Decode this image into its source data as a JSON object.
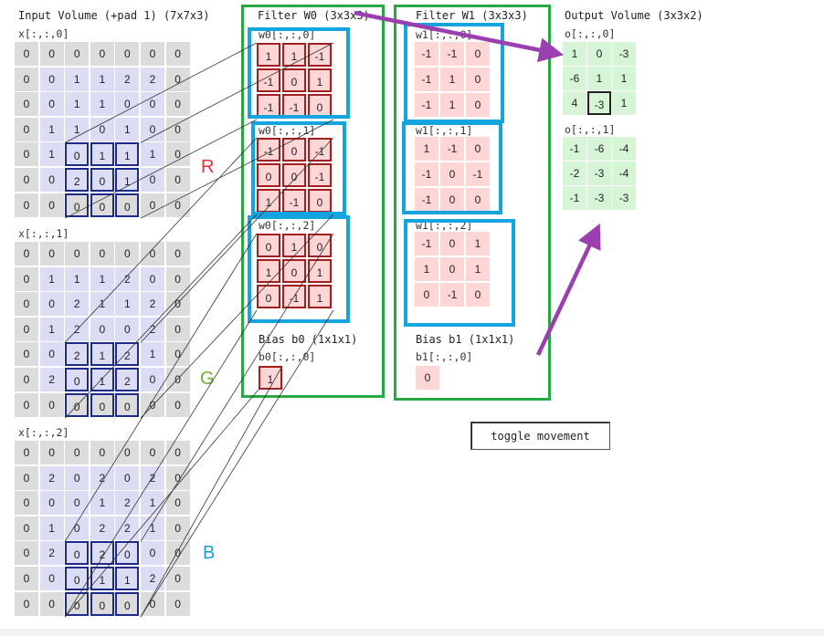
{
  "input": {
    "title": "Input Volume (+pad 1) (7x7x3)",
    "slices": [
      {
        "label": "x[:,:,0]",
        "rows": [
          [
            "0",
            "0",
            "0",
            "0",
            "0",
            "0",
            "0"
          ],
          [
            "0",
            "0",
            "1",
            "1",
            "2",
            "2",
            "0"
          ],
          [
            "0",
            "0",
            "1",
            "1",
            "0",
            "0",
            "0"
          ],
          [
            "0",
            "1",
            "1",
            "0",
            "1",
            "0",
            "0"
          ],
          [
            "0",
            "1",
            "0",
            "1",
            "1",
            "1",
            "0"
          ],
          [
            "0",
            "0",
            "2",
            "0",
            "1",
            "0",
            "0"
          ],
          [
            "0",
            "0",
            "0",
            "0",
            "0",
            "0",
            "0"
          ]
        ]
      },
      {
        "label": "x[:,:,1]",
        "rows": [
          [
            "0",
            "0",
            "0",
            "0",
            "0",
            "0",
            "0"
          ],
          [
            "0",
            "1",
            "1",
            "1",
            "2",
            "0",
            "0"
          ],
          [
            "0",
            "0",
            "2",
            "1",
            "1",
            "2",
            "0"
          ],
          [
            "0",
            "1",
            "2",
            "0",
            "0",
            "2",
            "0"
          ],
          [
            "0",
            "0",
            "2",
            "1",
            "2",
            "1",
            "0"
          ],
          [
            "0",
            "2",
            "0",
            "1",
            "2",
            "0",
            "0"
          ],
          [
            "0",
            "0",
            "0",
            "0",
            "0",
            "0",
            "0"
          ]
        ]
      },
      {
        "label": "x[:,:,2]",
        "rows": [
          [
            "0",
            "0",
            "0",
            "0",
            "0",
            "0",
            "0"
          ],
          [
            "0",
            "2",
            "0",
            "2",
            "0",
            "2",
            "0"
          ],
          [
            "0",
            "0",
            "0",
            "1",
            "2",
            "1",
            "0"
          ],
          [
            "0",
            "1",
            "0",
            "2",
            "2",
            "1",
            "0"
          ],
          [
            "0",
            "2",
            "0",
            "2",
            "0",
            "0",
            "0"
          ],
          [
            "0",
            "0",
            "0",
            "1",
            "1",
            "2",
            "0"
          ],
          [
            "0",
            "0",
            "0",
            "0",
            "0",
            "0",
            "0"
          ]
        ]
      }
    ],
    "channel_labels": [
      "R",
      "G",
      "B"
    ],
    "channel_colors": [
      "#e8303a",
      "#6cb02a",
      "#1a9be0"
    ]
  },
  "filter0": {
    "title": "Filter W0 (3x3x3)",
    "slices": [
      {
        "label": "w0[:,:,0]",
        "rows": [
          [
            "1",
            "1",
            "-1"
          ],
          [
            "-1",
            "0",
            "1"
          ],
          [
            "-1",
            "-1",
            "0"
          ]
        ]
      },
      {
        "label": "w0[:,:,1]",
        "rows": [
          [
            "-1",
            "0",
            "-1"
          ],
          [
            "0",
            "0",
            "-1"
          ],
          [
            "1",
            "-1",
            "0"
          ]
        ]
      },
      {
        "label": "w0[:,:,2]",
        "rows": [
          [
            "0",
            "1",
            "0"
          ],
          [
            "1",
            "0",
            "1"
          ],
          [
            "0",
            "-1",
            "1"
          ]
        ]
      }
    ],
    "bias_title": "Bias b0 (1x1x1)",
    "bias_label": "b0[:,:,0]",
    "bias_value": "1"
  },
  "filter1": {
    "title": "Filter W1 (3x3x3)",
    "slices": [
      {
        "label": "w1[:,:,0]",
        "rows": [
          [
            "-1",
            "-1",
            "0"
          ],
          [
            "-1",
            "1",
            "0"
          ],
          [
            "-1",
            "1",
            "0"
          ]
        ]
      },
      {
        "label": "w1[:,:,1]",
        "rows": [
          [
            "1",
            "-1",
            "0"
          ],
          [
            "-1",
            "0",
            "-1"
          ],
          [
            "-1",
            "0",
            "0"
          ]
        ]
      },
      {
        "label": "w1[:,:,2]",
        "rows": [
          [
            "-1",
            "0",
            "1"
          ],
          [
            "1",
            "0",
            "1"
          ],
          [
            "0",
            "-1",
            "0"
          ]
        ]
      }
    ],
    "bias_title": "Bias b1 (1x1x1)",
    "bias_label": "b1[:,:,0]",
    "bias_value": "0"
  },
  "output": {
    "title": "Output Volume (3x3x2)",
    "slices": [
      {
        "label": "o[:,:,0]",
        "rows": [
          [
            "1",
            "0",
            "-3"
          ],
          [
            "-6",
            "1",
            "1"
          ],
          [
            "4",
            "-3",
            "1"
          ]
        ]
      },
      {
        "label": "o[:,:,1]",
        "rows": [
          [
            "-1",
            "-6",
            "-4"
          ],
          [
            "-2",
            "-3",
            "-4"
          ],
          [
            "-1",
            "-3",
            "-3"
          ]
        ]
      }
    ]
  },
  "toggle_label": "toggle movement",
  "colors": {
    "input_pad": "#dcdcdc",
    "input_inner": "#dcdcf4",
    "weight_cell": "#ffd6d6",
    "output_cell": "#d6f5d6",
    "filter_box": "#28a745",
    "slice_box": "#14a4e0",
    "arrow": "#9b3fb0",
    "window_border": "#1c2a8c",
    "weight_border": "#a51d1d"
  }
}
